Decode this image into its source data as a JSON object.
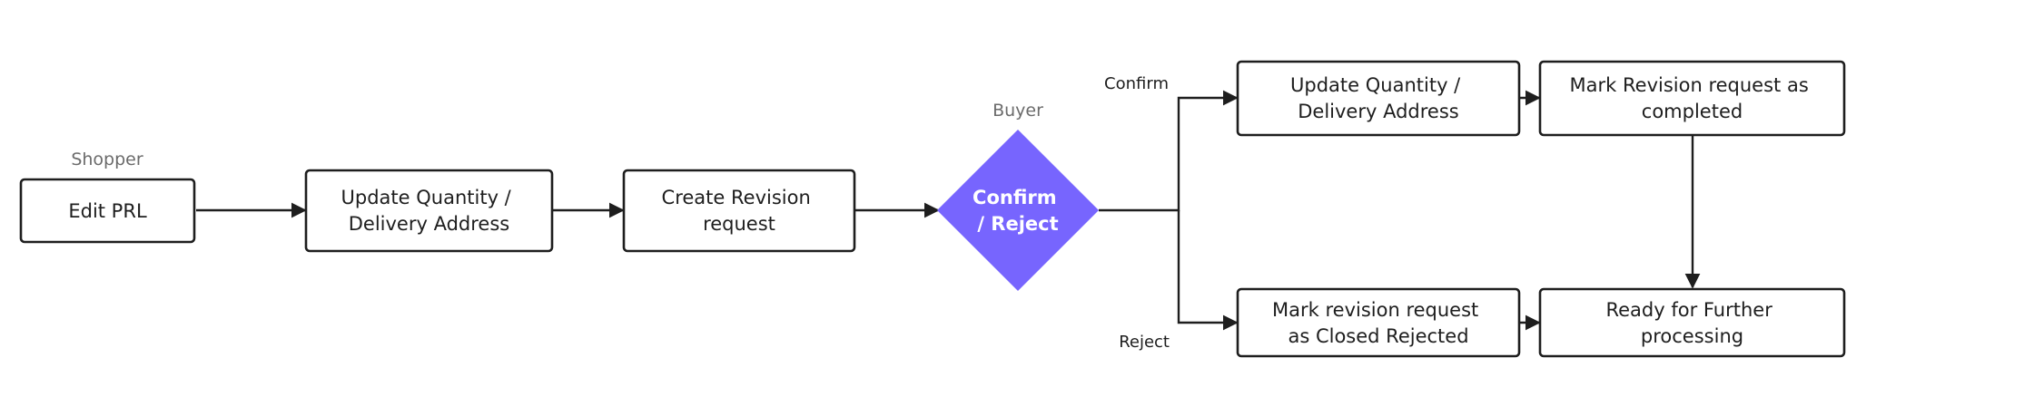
{
  "actors": {
    "shopper": "Shopper",
    "buyer": "Buyer"
  },
  "nodes": {
    "edit_prl": "Edit PRL",
    "update_qty_1": [
      "Update Quantity /",
      "Delivery Address"
    ],
    "create_revision": [
      "Create Revision",
      "request"
    ],
    "decision": [
      "Confirm",
      "/ Reject"
    ],
    "update_qty_2": [
      "Update Quantity /",
      "Delivery Address"
    ],
    "mark_completed": [
      "Mark Revision request as",
      "completed"
    ],
    "mark_rejected": [
      "Mark revision request",
      "as Closed Rejected"
    ],
    "ready": [
      "Ready for Further",
      "processing"
    ]
  },
  "edges": {
    "confirm": "Confirm",
    "reject": "Reject"
  },
  "colors": {
    "decision_fill": "#7765fe",
    "stroke": "#1e1e1e",
    "actor_label": "#6b6b6b"
  }
}
